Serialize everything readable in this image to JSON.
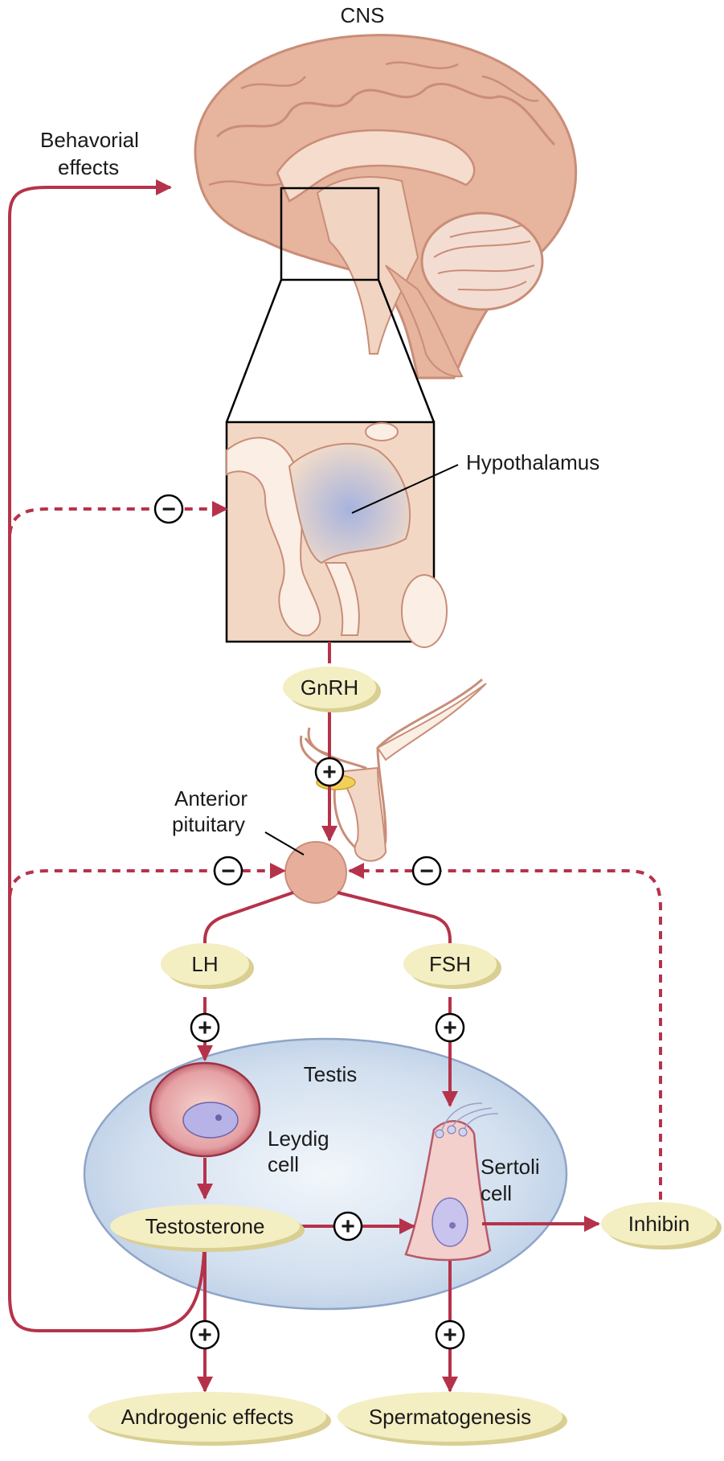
{
  "labels": {
    "cns": "CNS",
    "behavioral_line1": "Behavorial",
    "behavioral_line2": "effects",
    "hypothalamus": "Hypothalamus",
    "anterior_line1": "Anterior",
    "anterior_line2": "pituitary",
    "testis": "Testis",
    "leydig_line1": "Leydig",
    "leydig_line2": "cell",
    "sertoli_line1": "Sertoli",
    "sertoli_line2": "cell"
  },
  "hormones": {
    "gnrh": "GnRH",
    "lh": "LH",
    "fsh": "FSH",
    "testosterone": "Testosterone",
    "inhibin": "Inhibin"
  },
  "outcomes": {
    "androgenic": "Androgenic effects",
    "spermatogenesis": "Spermatogenesis"
  },
  "signs": {
    "plus": "+",
    "minus": "−"
  },
  "colors": {
    "arrow": "#b5334a",
    "pill_fill": "#f4eec3",
    "pill_shadow": "#d9cf92",
    "brain": "#e9b9a2",
    "brain_dark": "#c98d78",
    "testis_fill": "#cddbee",
    "hypothalamus_blue": "#a8b4dc"
  }
}
